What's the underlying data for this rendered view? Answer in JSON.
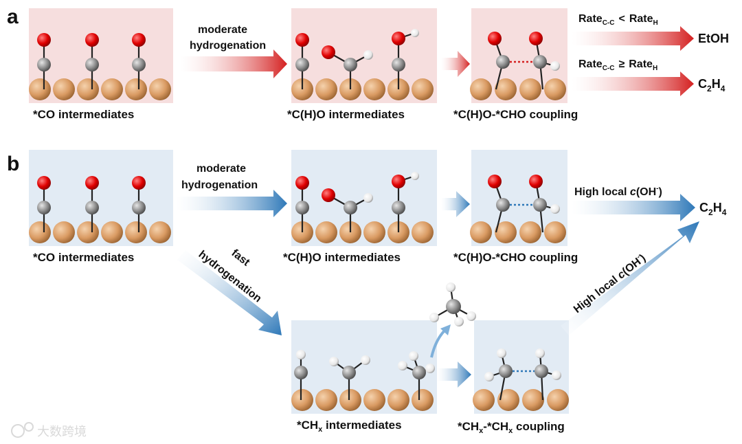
{
  "panels": [
    {
      "letter": "a",
      "theme": "red",
      "boxes": [
        {
          "label": "*CO intermediates"
        },
        {
          "label": "*C(H)O intermediates"
        },
        {
          "label": "*C(H)O-*CHO coupling"
        }
      ],
      "arrow1_line1": "moderate",
      "arrow1_line2": "hydrogenation",
      "branch1": {
        "rate_left": "Rate",
        "rate_left_sub": "C-C",
        "operator": "<",
        "rate_right": "Rate",
        "rate_right_sub": "H",
        "product": "EtOH"
      },
      "branch2": {
        "rate_left": "Rate",
        "rate_left_sub": "C-C",
        "operator": "≥",
        "rate_right": "Rate",
        "rate_right_sub": "H",
        "product_main": "C",
        "product_sub1": "2",
        "product_mid": "H",
        "product_sub2": "4"
      }
    },
    {
      "letter": "b",
      "theme": "blue",
      "boxes": [
        {
          "label": "*CO intermediates"
        },
        {
          "label": "*C(H)O intermediates"
        },
        {
          "label": "*C(H)O-*CHO coupling"
        },
        {
          "label_pre": "*CH",
          "label_sub": "x",
          "label_post": " intermediates"
        },
        {
          "label_a": "*CH",
          "label_a_sub": "x",
          "label_b": "-*CH",
          "label_b_sub": "x",
          "label_c": " coupling"
        }
      ],
      "arrow1_line1": "moderate",
      "arrow1_line2": "hydrogenation",
      "fast_line1": "fast",
      "fast_line2": "hydrogenation",
      "ohtop": {
        "pre": "High local ",
        "italic": "c",
        "mid": "(OH",
        "sup": "-",
        "post": ")"
      },
      "ohdiag": {
        "pre": "High local ",
        "italic": "c",
        "mid": "(OH",
        "sup": "-",
        "post": ")"
      },
      "product_main": "C",
      "product_sub1": "2",
      "product_mid": "H",
      "product_sub2": "4"
    }
  ],
  "watermark": "大数跨境",
  "colors": {
    "red_arrow": "#d42020",
    "blue_arrow": "#2e78b8",
    "copper": "#d99a62",
    "oxygen": "#e00000",
    "carbon": "#8c8c8c",
    "hydrogen": "#f2f2f2"
  }
}
